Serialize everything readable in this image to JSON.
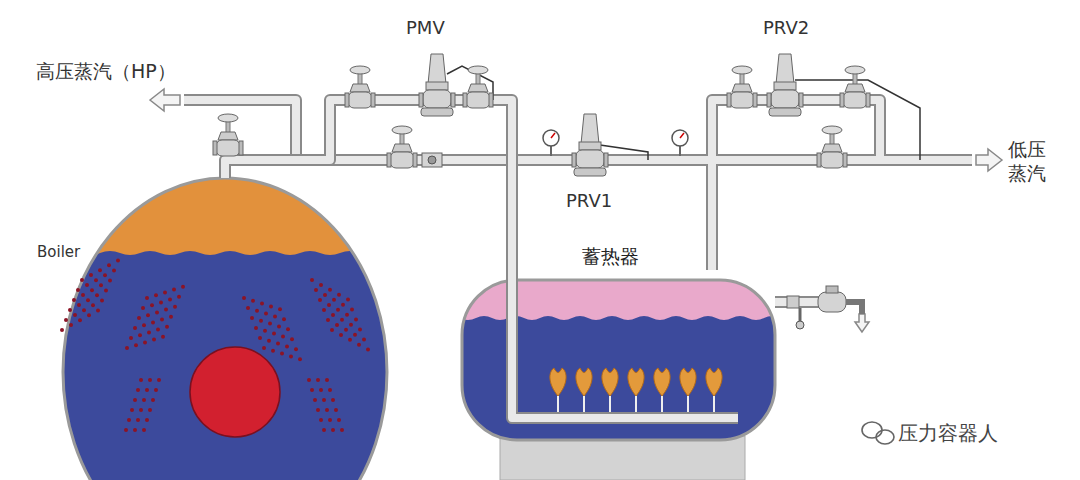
{
  "diagram": {
    "nodes": [
      {
        "text": [
          "Boiler"
        ]
      },
      {
        "text": [
          "蓄热器"
        ]
      }
    ],
    "edges": [
      {
        "from": 0,
        "to": 1,
        "arrow": "none"
      }
    ],
    "labels": [
      "高压蒸汽（HP）",
      "PMV",
      "PRV1",
      "PRV2",
      "低压 蒸汽",
      "压力容器人"
    ]
  }
}
